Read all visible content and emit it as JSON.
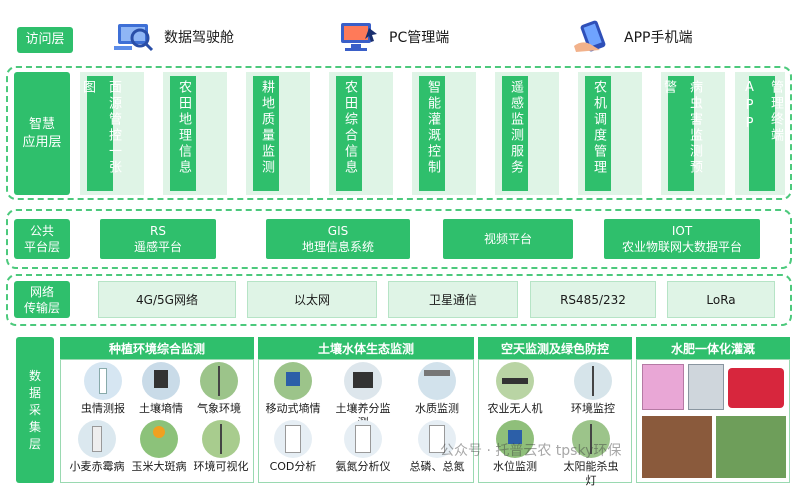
{
  "layers": {
    "access": "访问层",
    "app": "智慧\n应用层",
    "platform": "公共\n平台层",
    "network": "网络\n传输层",
    "collect": "数\n据\n采\n集\n层"
  },
  "access_items": [
    {
      "label": "数据驾驶舱",
      "icon": "dashboard-icon"
    },
    {
      "label": "PC管理端",
      "icon": "pc-icon"
    },
    {
      "label": "APP手机端",
      "icon": "phone-icon"
    }
  ],
  "apps": [
    "面源管控一张图",
    "农田地理信息",
    "耕地质量监测",
    "农田综合信息",
    "智能灌溉控制",
    "遥感监测服务",
    "农机调度管理",
    "病虫害监测预警",
    "管理终端APP"
  ],
  "platforms": [
    {
      "line1": "RS",
      "line2": "遥感平台"
    },
    {
      "line1": "GIS",
      "line2": "地理信息系统"
    },
    {
      "line1": "视频平台",
      "line2": ""
    },
    {
      "line1": "IOT",
      "line2": "农业物联网大数据平台"
    }
  ],
  "networks": [
    "4G/5G网络",
    "以太网",
    "卫星通信",
    "RS485/232",
    "LoRa"
  ],
  "sections": [
    {
      "title": "种植环境综合监测",
      "devices": [
        "虫情测报",
        "土壤墒情",
        "气象环境",
        "小麦赤霉病",
        "玉米大斑病",
        "环境可视化"
      ]
    },
    {
      "title": "土壤水体生态监测",
      "devices": [
        "移动式墒情",
        "土壤养分监测",
        "水质监测",
        "COD分析",
        "氨氮分析仪",
        "总磷、总氮"
      ]
    },
    {
      "title": "空天监测及绿色防控",
      "devices": [
        "农业无人机",
        "环境监控",
        "水位监测",
        "太阳能杀虫灯"
      ]
    },
    {
      "title": "水肥一体化灌溉",
      "devices": []
    }
  ],
  "watermark": "公众号 · 托普云农 tpsky环保"
}
